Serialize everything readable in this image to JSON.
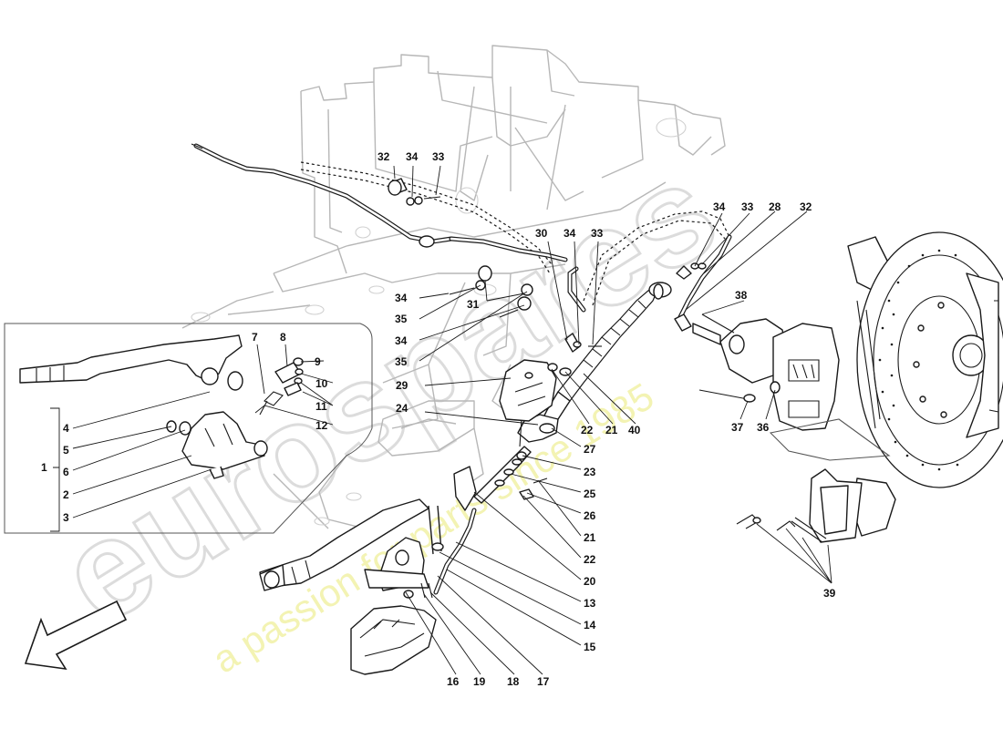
{
  "watermark": {
    "brand": "eurospares",
    "tagline": "a passion for parts since 1985"
  },
  "callouts": {
    "c1": "1",
    "c2": "2",
    "c3": "3",
    "c4": "4",
    "c5": "5",
    "c6": "6",
    "c7": "7",
    "c8": "8",
    "c9": "9",
    "c10": "10",
    "c11": "11",
    "c12": "12",
    "c13": "13",
    "c14": "14",
    "c15": "15",
    "c16": "16",
    "c17": "17",
    "c18": "18",
    "c19": "19",
    "c20": "20",
    "c21a": "21",
    "c21b": "21",
    "c22a": "22",
    "c22b": "22",
    "c23": "23",
    "c24": "24",
    "c25": "25",
    "c26": "26",
    "c27": "27",
    "c28": "28",
    "c29": "29",
    "c30": "30",
    "c31": "31",
    "c32a": "32",
    "c32b": "32",
    "c33a": "33",
    "c33b": "33",
    "c33c": "33",
    "c34a": "34",
    "c34b": "34",
    "c34c": "34",
    "c34d": "34",
    "c34e": "34",
    "c35a": "35",
    "c35b": "35",
    "c36": "36",
    "c37": "37",
    "c38": "38",
    "c39": "39",
    "c40": "40"
  }
}
